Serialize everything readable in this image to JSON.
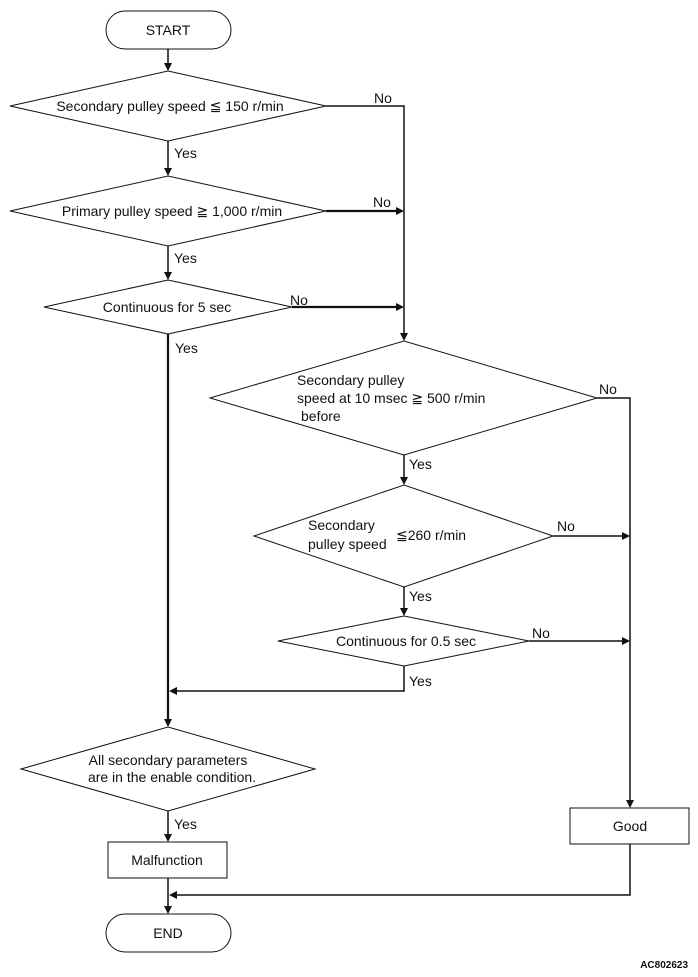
{
  "nodes": {
    "start": "START",
    "d1": "Secondary pulley speed ≦ 150 r/min",
    "d2": "Primary pulley speed ≧ 1,000 r/min",
    "d3": "Continuous for 5 sec",
    "d4_l1": "Secondary pulley",
    "d4_l2": "speed at 10 msec ≧  500 r/min",
    "d4_l3": "before",
    "d5_l1": "Secondary",
    "d5_l2": "pulley speed",
    "d5_l3": "≦260 r/min",
    "d6": "Continuous for 0.5 sec",
    "d7_l1": "All secondary parameters",
    "d7_l2": "are in the enable condition.",
    "malfunction": "Malfunction",
    "good": "Good",
    "end": "END"
  },
  "labels": {
    "yes": "Yes",
    "no": "No"
  },
  "figure_code": "AC802623"
}
